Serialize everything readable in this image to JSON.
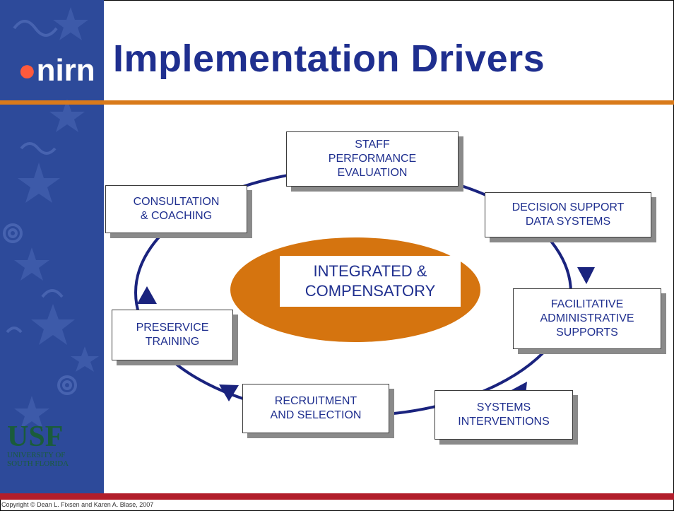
{
  "slide": {
    "title": "Implementation Drivers",
    "copyright": "Copyright © Dean L. Fixsen and Karen A. Blase, 2007",
    "colors": {
      "title": "#1f2f8f",
      "orange": "#d97a1a",
      "red": "#b21e2b",
      "sidebar": "#2d4a9a"
    }
  },
  "logos": {
    "nirn": "nirn",
    "usf_big": "USF",
    "usf_small": "UNIVERSITY OF\nSOUTH FLORIDA"
  },
  "diagram": {
    "center_label": "INTEGRATED &\nCOMPENSATORY",
    "nodes": {
      "staff": "STAFF\nPERFORMANCE\nEVALUATION",
      "decision": "DECISION SUPPORT\nDATA SYSTEMS",
      "facilitative": "FACILITATIVE\nADMINISTRATIVE\nSUPPORTS",
      "systems": "SYSTEMS\nINTERVENTIONS",
      "recruitment": "RECRUITMENT\nAND SELECTION",
      "preservice": "PRESERVICE\nTRAINING",
      "consultation": "CONSULTATION\n& COACHING"
    }
  }
}
